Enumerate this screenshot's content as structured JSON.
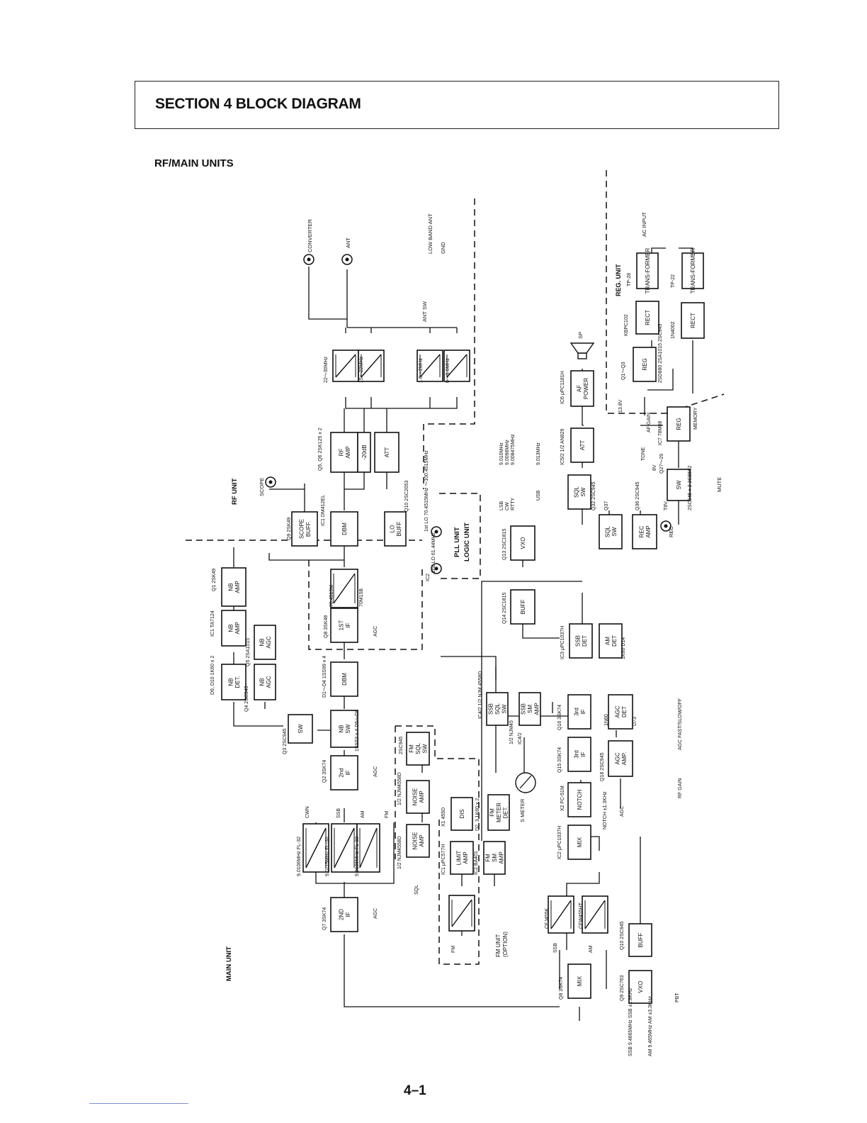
{
  "header": {
    "title": "SECTION 4  BLOCK DIAGRAM"
  },
  "subtitle": "RF/MAIN UNITS",
  "page_number": "4–1",
  "sections": {
    "rf_unit": "RF UNIT",
    "main_unit": "MAIN UNIT",
    "reg_unit": "REG. UNIT",
    "pll_unit": "PLL UNIT",
    "logic_unit": "LOGIC UNIT",
    "fm_unit": "FM UNIT",
    "fm_option": "(OPTION)"
  },
  "connectors": {
    "converter": "CONVERTER",
    "ant": "ANT",
    "low_band_ant": "LOW BAND ANT",
    "gnd": "GND",
    "ant_sw": "ANT SW",
    "scope": "SCOPE",
    "sp": "SP",
    "ac_input": "AC INPUT",
    "mute": "MUTE",
    "rec": "REC",
    "s_meter": "S METER"
  },
  "filters": {
    "f1": "22～30MHz",
    "f2": "15～22MHz",
    "f3": "1.6～2MHz",
    "f4": "0～1.6MHz",
    "f1st": "70.4515M",
    "f1st_b": "70M15B",
    "fl32": "9.0106MHz FL-32",
    "fl30": "9.0115MHz FL-30",
    "fl33": "9.0106MHz FL-33",
    "cfj": "CFJ455K",
    "cfw": "CFW455HT"
  },
  "filter_tags": {
    "cwn": "CWN",
    "ssb": "SSB",
    "am": "AM",
    "fm": "FM"
  },
  "blocks": {
    "rf_amp": "RF AMP",
    "att_20": "-20dB",
    "att": "ATT",
    "dbm1": "DBM",
    "lo_buff": "LO BUFF",
    "scope_buff": "SCOPE BUFF.",
    "first_if": "1ST IF",
    "dbm2": "DBM",
    "nb_amp1": "NB AMP",
    "nb_amp2": "NB AMP",
    "nb_agc1": "NB AGC",
    "nb_agc2": "NB AGC",
    "nb_det": "NB DET.",
    "sw": "SW",
    "nb_sw": "NB SW",
    "second_if": "2nd IF",
    "second_if2": "2ND IF",
    "noise_amp1": "NOISE AMP",
    "noise_amp2": "NOISE AMP",
    "fm_sql_sw": "FM SQL SW",
    "dis": "DIS",
    "limit_amp": "LIMIT AMP",
    "fm_sm_amp": "FM SM AMP",
    "fm_meter_det": "FM METER DET.",
    "ssb_sql_sw": "SSB SQL SW",
    "ssb_sm_amp": "SSB SM AMP",
    "vxo": "VXO",
    "buff": "BUFF",
    "ssb_det": "SSB DET",
    "am_det": "AM DET",
    "third_if1": "3rd IF",
    "third_if2": "3rd IF",
    "agc_det": "AGC DET",
    "agc_amp": "AGC AMP.",
    "notch": "NOTCH",
    "mix2": "MIX",
    "mix1": "MIX",
    "buff2": "BUFF",
    "vxo2": "VXO",
    "sql_sw1": "SQL SW",
    "sql_sw2": "SQL SW",
    "rec_amp": "REC AMP",
    "att2": "ATT",
    "af_power": "AF POWER",
    "reg1": "REG",
    "rect1": "RECT",
    "trans1": "TRANS-FORMER",
    "reg2": "REG",
    "rect2": "RECT",
    "trans2": "TRANS-FORMER",
    "sw2": "SW"
  },
  "parts": {
    "q5q6": "Q5, Q6 2SK125 x 2",
    "ic1_dbm": "IC1 DM412EL",
    "q10_lo": "Q10 2SC2053",
    "q9_scope": "Q9 2SK49",
    "q8_if": "Q8 3SK48",
    "d1d4": "D1～D4 1SS99 x 4",
    "q1_nb": "Q1 2SK49",
    "ic1_nb": "IC1 TA7124",
    "q5_nb": "Q5 2SA1015",
    "d9d10": "D9, D10 1K60 x 2",
    "q4": "Q4 2SC945",
    "q3": "Q3 2SC945",
    "d5d6": "1SS53 x 4 D5～D8",
    "q2": "Q2 3SK74",
    "q7": "Q7 3SK74",
    "q8_mix": "Q8 3SK74",
    "q9_vxo": "Q9 2SC763",
    "q10_buff": "Q10 2SC945",
    "ic2_mix": "IC2 μPC1037H",
    "x2": "X2 FC-51M",
    "q15": "Q15 3SK74",
    "q16": "Q16 3SK74",
    "in60": "1N60",
    "d73": "D73",
    "q18": "Q18 2SC945",
    "ic4_2a": "1/2 NJM45",
    "ic4_2b": "IC4/2",
    "ic4_2c": "IC4/2 1/2 NJM 4558D",
    "ic3": "IC3 μPC1037H",
    "d14": "1K60 D14",
    "q14": "Q14 2SC1815",
    "q13": "Q13 2SC1815",
    "q32": "Q32 2SC945",
    "q37": "Q37",
    "q36": "Q36 2SC945",
    "q27": "Q27～29",
    "q27b": "2SC945 x 2 2SB562",
    "ic5": "IC5/2 1/2 AN829",
    "ic6": "IC6 μPC1181H",
    "ic7": "IC7 78M08",
    "q1q3": "Q1～Q3",
    "reg_tr": "2SD880 2SA1015 2SC945",
    "kbpc": "KBPC102",
    "n4002": "1N4002",
    "tp28": "TP-28",
    "tp22": "TP-22",
    "ic1_lim": "IC1 μPC577H",
    "x1": "X1 455D",
    "ic2_fm": "IC2 BA401",
    "d2d3": "D2, 3 1K60 x 2",
    "njm_a": "1/2 NJM4558D",
    "njm_b": "1/2 NJM4558D",
    "q2sc945_fm": "2SC945",
    "ic2_pll": "IC2"
  },
  "notes": {
    "lo1": "1st LO 70.4515MHz ～100.4515MHz",
    "lo2": "2nd LO 61.44MHz",
    "lsb": "LSB",
    "cw": "CW",
    "rtty": "RTTY",
    "usb": "USB",
    "f_lsb": "9.010MHz",
    "f_cw": "9.0098MHz",
    "f_rtty": "9.008475MHz",
    "f_usb": "9.013MHz",
    "agc": "AGC",
    "sql": "SQL",
    "rf_gain": "RF GAIN",
    "agc_fso": "AGC FAST/SLOW/OFF",
    "notch_k": "NOTCH ±1.3KHz",
    "pbt": "PBT",
    "tone": "TONE",
    "af_gain": "AF GAIN",
    "v8": "8V",
    "t8v": "T8V",
    "v138": "13.8V",
    "memory": "MEMORY",
    "ssb_f": "SSB 9.4665MHz SSB ±1.8KHz",
    "am_f": "AM 9.465MHz AM ±3.3KHz"
  }
}
